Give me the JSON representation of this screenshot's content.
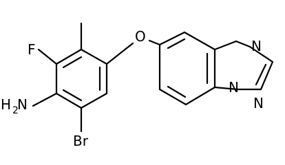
{
  "molecule": {
    "atoms": {
      "f": "F",
      "o": "O",
      "n_triazole_top": "N",
      "n_triazole_bottom": "N",
      "n_bridge": "N",
      "br": "Br",
      "amine_main": "H",
      "amine_sub": "2",
      "amine_n": "N"
    }
  }
}
